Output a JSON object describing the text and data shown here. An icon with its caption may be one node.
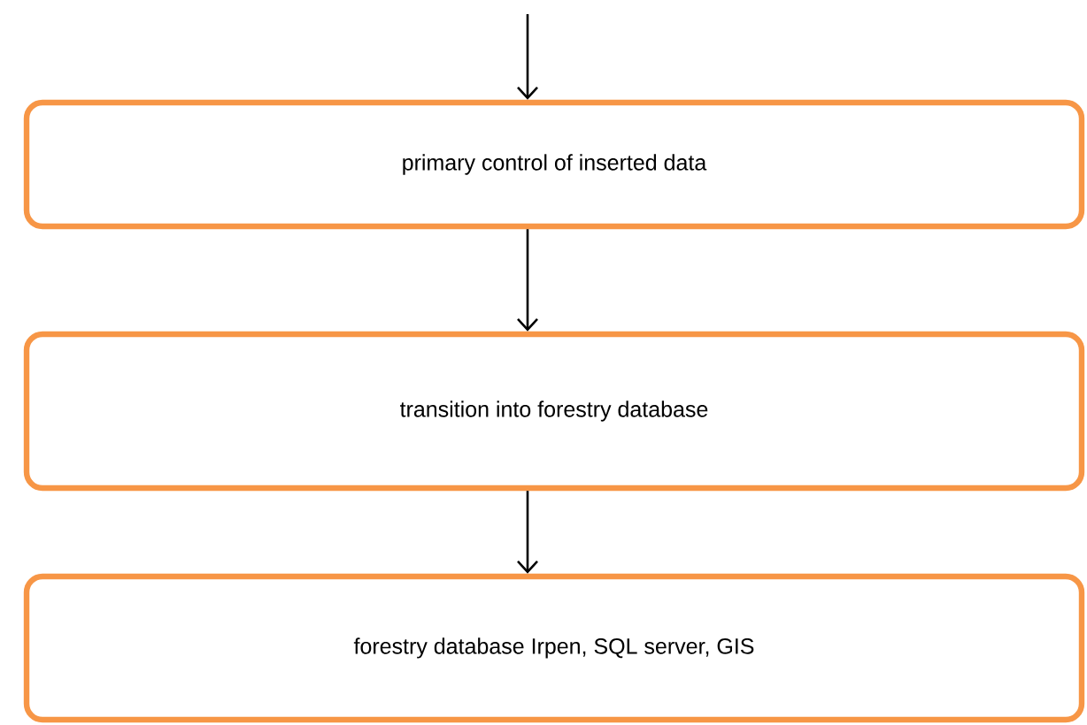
{
  "diagram": {
    "nodes": [
      {
        "text": [
          "primary control of inserted data"
        ]
      },
      {
        "text": [
          "transition into forestry database"
        ]
      },
      {
        "text": [
          "forestry database Irpen, SQL server, GIS"
        ]
      }
    ],
    "edges": [
      {
        "from": null,
        "to": 0,
        "arrow": "to"
      },
      {
        "from": 0,
        "to": 1,
        "arrow": "to"
      },
      {
        "from": 1,
        "to": 2,
        "arrow": "to"
      }
    ]
  }
}
